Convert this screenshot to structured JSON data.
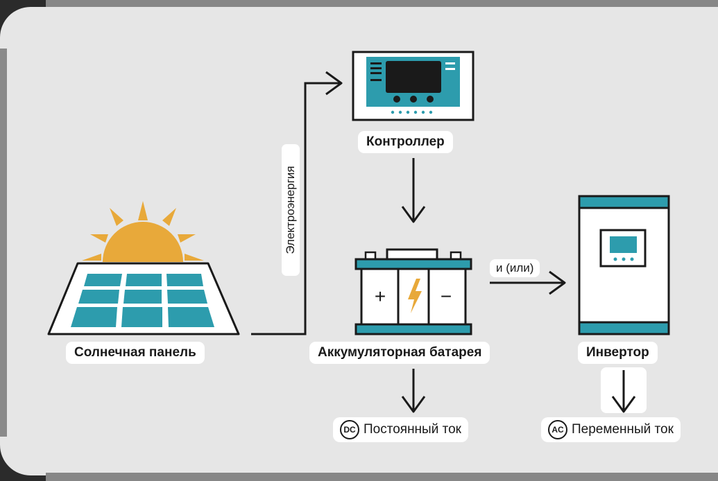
{
  "colors": {
    "teal": "#2d9cad",
    "sun": "#e8a93a",
    "line": "#1a1a1a",
    "background": "#e6e6e6"
  },
  "nodes": {
    "solar_panel": "Солнечная панель",
    "controller": "Контроллер",
    "battery": "Аккумуляторная батарея",
    "inverter": "Инвертор"
  },
  "edges": {
    "solar_to_controller": "Электроэнергия",
    "battery_to_inverter": "и (или)"
  },
  "outputs": {
    "dc": {
      "badge": "DC",
      "label": "Постоянный ток"
    },
    "ac": {
      "badge": "AC",
      "label": "Переменный ток"
    }
  },
  "battery_symbols": {
    "plus": "+",
    "minus": "−"
  },
  "icons": [
    "sun-icon",
    "solar-panel-icon",
    "controller-icon",
    "battery-icon",
    "lightning-icon",
    "inverter-icon",
    "arrow-icon"
  ]
}
